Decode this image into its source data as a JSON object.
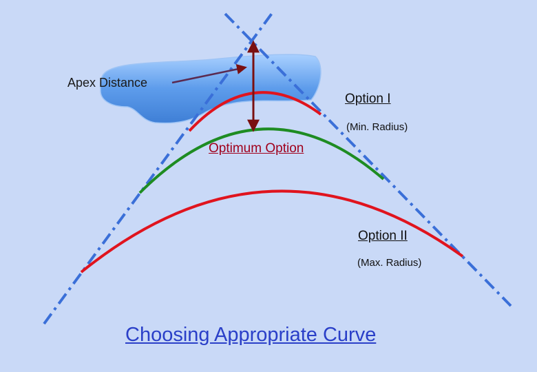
{
  "labels": {
    "apex_distance": "Apex Distance",
    "option_1": "Option I",
    "option_1_sub": "(Min. Radius)",
    "optimum": "Optimum Option",
    "option_2": "Option II",
    "option_2_sub": "(Max. Radius)",
    "title": "Choosing Appropriate Curve"
  },
  "colors": {
    "background": "#c9d9f7",
    "tangent_line": "#3a6fd8",
    "curve_min_radius": "#e0141e",
    "curve_optimum": "#1e8c22",
    "curve_max_radius": "#e0141e",
    "apex_arrow": "#7a1010",
    "title": "#2a3fc8",
    "optimum_label": "#a0001c",
    "obstacle": "#5b9be6"
  },
  "icons": {
    "obstacle": "obstacle-blob-shape",
    "apex_arrow": "double-headed-arrow"
  }
}
